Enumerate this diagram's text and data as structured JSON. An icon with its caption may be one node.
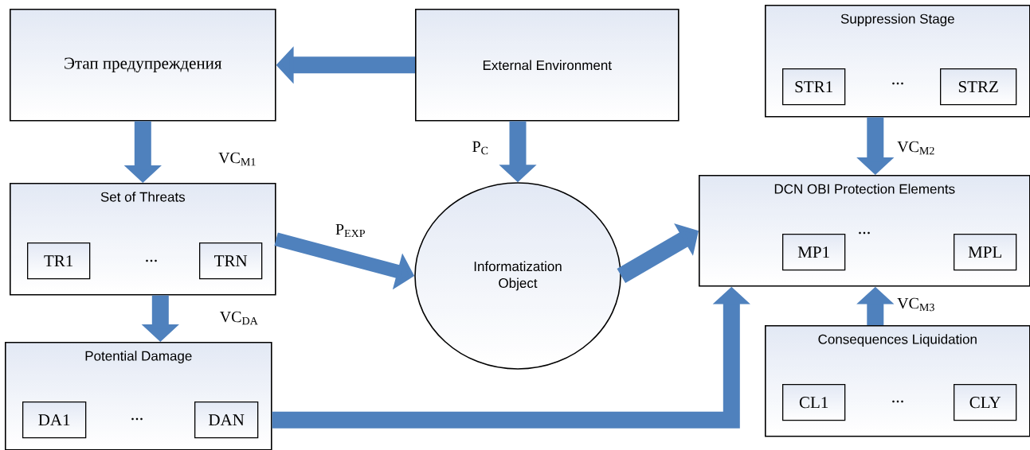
{
  "diagram": {
    "nodes": [
      {
        "text": [
          "Этап предупреждения"
        ]
      },
      {
        "text": [
          "External Environment"
        ]
      },
      {
        "text": [
          "Set of Threats"
        ]
      },
      {
        "text": [
          "TR1"
        ],
        "in": 2
      },
      {
        "text": [
          "TRN"
        ],
        "in": 2
      },
      {
        "text": [
          "Potential Damage"
        ]
      },
      {
        "text": [
          "DA1"
        ],
        "in": 5
      },
      {
        "text": [
          "DAN"
        ],
        "in": 5
      },
      {
        "text": [
          "Informatization Object"
        ]
      },
      {
        "text": [
          "Suppression Stage"
        ]
      },
      {
        "text": [
          "STR1"
        ],
        "in": 9
      },
      {
        "text": [
          "STRZ"
        ],
        "in": 9
      },
      {
        "text": [
          "DCN OBI Protection Elements"
        ]
      },
      {
        "text": [
          "MP1"
        ],
        "in": 12
      },
      {
        "text": [
          "MPL"
        ],
        "in": 12
      },
      {
        "text": [
          "Consequences Liquidation"
        ]
      },
      {
        "text": [
          "CL1"
        ],
        "in": 15
      },
      {
        "text": [
          "CLY"
        ],
        "in": 15
      }
    ],
    "edges": [
      {
        "from": 1,
        "to": 0,
        "arrow": "to"
      },
      {
        "from": 0,
        "to": 2,
        "arrow": "to",
        "label": "VC$_{M1}$"
      },
      {
        "from": 1,
        "to": 8,
        "arrow": "to",
        "label": "P$_{C}$"
      },
      {
        "from": 2,
        "to": 8,
        "arrow": "to",
        "label": "P$_{EXP}$"
      },
      {
        "from": 8,
        "to": 12,
        "arrow": "to"
      },
      {
        "from": 9,
        "to": 12,
        "arrow": "to",
        "label": "VC$_{M2}$"
      },
      {
        "from": 15,
        "to": 12,
        "arrow": "to",
        "label": "VC$_{M3}$"
      },
      {
        "from": 5,
        "to": 12,
        "arrow": "to"
      },
      {
        "from": 2,
        "to": 5,
        "arrow": "to",
        "label": "VC$_{DA}$"
      }
    ],
    "labels": [
      "...",
      "...",
      "...",
      "...",
      "..."
    ]
  }
}
